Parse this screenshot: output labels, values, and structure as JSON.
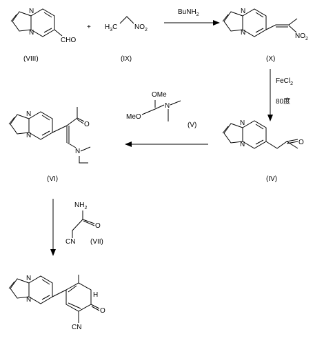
{
  "compounds": {
    "VIII": {
      "label": "(VIII)",
      "group": "CHO"
    },
    "IX": {
      "label": "(IX)",
      "left": "H",
      "left_sub": "3",
      "left_tail": "C",
      "right": "NO",
      "right_sub": "2"
    },
    "X": {
      "label": "(X)",
      "group": "NO",
      "group_sub": "2"
    },
    "IV": {
      "label": "(IV)",
      "group": "O"
    },
    "V": {
      "label": "(V)",
      "ome_top": "OMe",
      "meo_left": "MeO",
      "n": "N"
    },
    "VI": {
      "label": "(VI)",
      "o": "O",
      "n": "N"
    },
    "VII": {
      "label": "(VII)",
      "nh": "NH",
      "nh_sub": "2",
      "o": "O",
      "cn": "CN"
    },
    "final": {
      "n": "N",
      "nh": "H",
      "o": "O",
      "cn": "CN"
    }
  },
  "reagents": {
    "plus": "+",
    "step1": {
      "text": "BuNH",
      "sub": "2"
    },
    "step2": {
      "text": "FeCl",
      "sub": "2",
      "temp": "80度"
    }
  },
  "ring_atom": "N"
}
